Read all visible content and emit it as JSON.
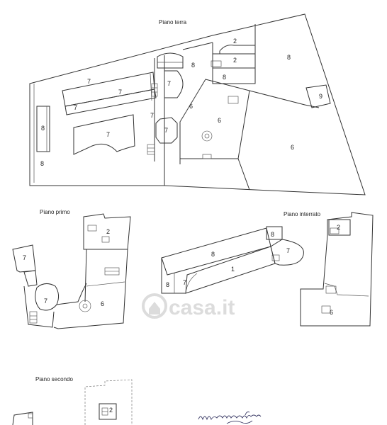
{
  "floors": {
    "ground": {
      "title": "Piano terra",
      "rooms": [
        "7",
        "7",
        "7",
        "7",
        "8",
        "8",
        "7",
        "7",
        "7",
        "6",
        "6",
        "8",
        "2",
        "2",
        "8",
        "8",
        "9",
        "6"
      ]
    },
    "first": {
      "title": "Piano primo",
      "rooms": [
        "7",
        "2",
        "7",
        "6"
      ]
    },
    "basement": {
      "title": "Piano interrato",
      "rooms": [
        "8",
        "8",
        "7",
        "1",
        "8",
        "7",
        "2",
        "6"
      ]
    },
    "second": {
      "title": "Piano secondo",
      "rooms": [
        "2"
      ]
    }
  },
  "watermark": {
    "text": "casa.it",
    "icon": "house-icon"
  },
  "signature": {
    "icon": "handwritten-signature"
  },
  "colors": {
    "lines": "#333333",
    "watermark": "#d9d9d9"
  }
}
